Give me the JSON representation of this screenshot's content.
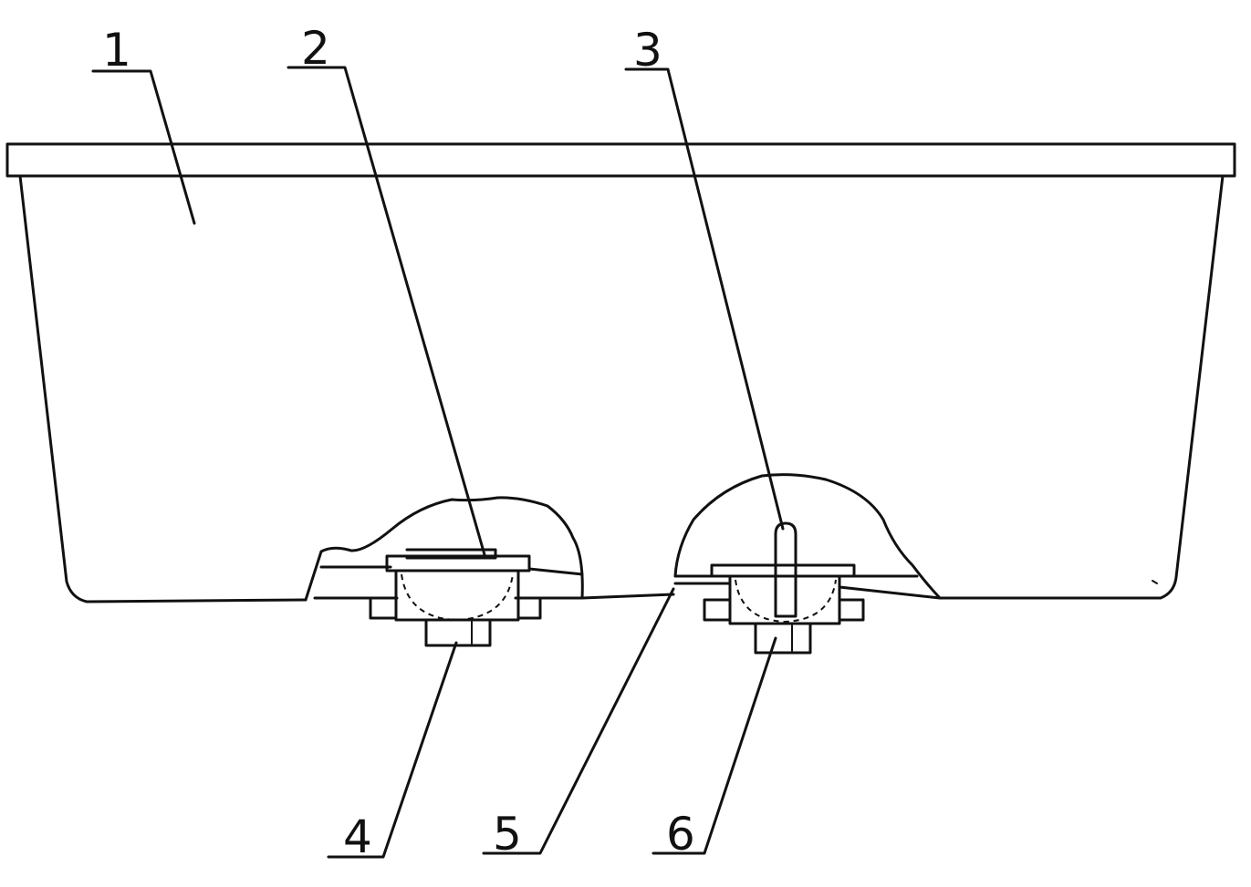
{
  "labels": {
    "n1": "1",
    "n2": "2",
    "n3": "3",
    "n4": "4",
    "n5": "5",
    "n6": "6"
  },
  "colors": {
    "stroke": "#111111",
    "background": "#ffffff"
  }
}
